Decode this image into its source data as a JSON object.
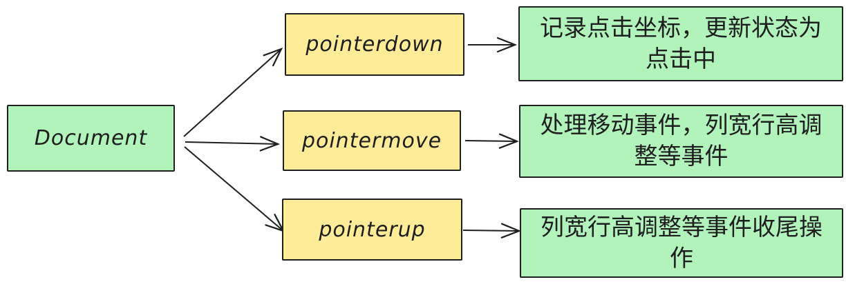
{
  "diagram": {
    "source": {
      "label": "Document"
    },
    "rows": [
      {
        "event": "pointerdown",
        "description": "记录点击坐标，更新状态为点击中"
      },
      {
        "event": "pointermove",
        "description": "处理移动事件，列宽行高调整等事件"
      },
      {
        "event": "pointerup",
        "description": "列宽行高调整等事件收尾操作"
      }
    ],
    "colors": {
      "green": "#b2f2bb",
      "yellow": "#ffec99",
      "stroke": "#1e1e1e",
      "canvas": "#ffffff"
    }
  }
}
